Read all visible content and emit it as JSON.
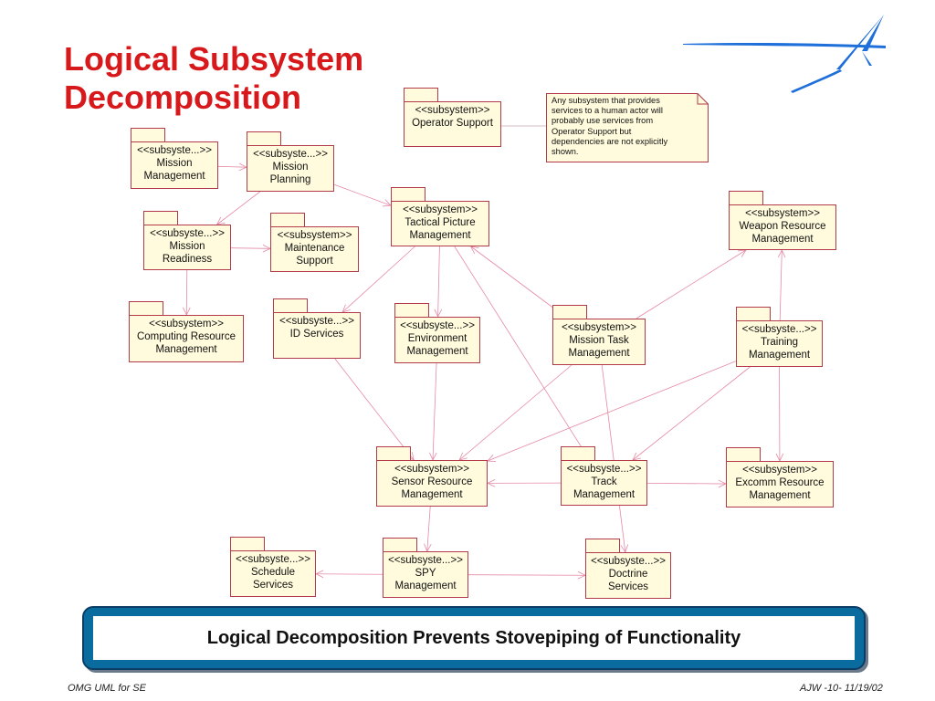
{
  "slide": {
    "title_line1": "Logical Subsystem",
    "title_line2": "Decomposition",
    "banner": "Logical Decomposition Prevents Stovepiping of Functionality",
    "footer_left": "OMG UML for SE",
    "footer_right": "AJW -10- 11/19/02"
  },
  "note": {
    "lines": [
      "Any subsystem that provides",
      "services to a human actor will",
      "probably use services from",
      "Operator Support but",
      "dependencies are not explicitly",
      "shown."
    ]
  },
  "packages": [
    {
      "id": "operator-support",
      "lines": [
        "<<subsystem>>",
        "Operator Support"
      ]
    },
    {
      "id": "mission-management",
      "lines": [
        "<<subsyste...>>",
        "Mission",
        "Management"
      ]
    },
    {
      "id": "mission-planning",
      "lines": [
        "<<subsyste...>>",
        "Mission",
        "Planning"
      ]
    },
    {
      "id": "tactical-picture-management",
      "lines": [
        "<<subsystem>>",
        "Tactical Picture",
        "Management"
      ]
    },
    {
      "id": "weapon-resource-management",
      "lines": [
        "<<subsystem>>",
        "Weapon Resource",
        "Management"
      ]
    },
    {
      "id": "mission-readiness",
      "lines": [
        "<<subsyste...>>",
        "Mission",
        "Readiness"
      ]
    },
    {
      "id": "maintenance-support",
      "lines": [
        "<<subsystem>>",
        "Maintenance",
        "Support"
      ]
    },
    {
      "id": "computing-resource-management",
      "lines": [
        "<<subsystem>>",
        "Computing Resource",
        "Management"
      ]
    },
    {
      "id": "id-services",
      "lines": [
        "<<subsyste...>>",
        "ID Services"
      ]
    },
    {
      "id": "environment-management",
      "lines": [
        "<<subsyste...>>",
        "Environment",
        "Management"
      ]
    },
    {
      "id": "mission-task-management",
      "lines": [
        "<<subsystem>>",
        "Mission Task",
        "Management"
      ]
    },
    {
      "id": "training-management",
      "lines": [
        "<<subsyste...>>",
        "Training",
        "Management"
      ]
    },
    {
      "id": "sensor-resource-management",
      "lines": [
        "<<subsystem>>",
        "Sensor Resource",
        "Management"
      ]
    },
    {
      "id": "track-management",
      "lines": [
        "<<subsyste...>>",
        "Track",
        "Management"
      ]
    },
    {
      "id": "excomm-resource-management",
      "lines": [
        "<<subsystem>>",
        "Excomm Resource",
        "Management"
      ]
    },
    {
      "id": "schedule-services",
      "lines": [
        "<<subsyste...>>",
        "Schedule",
        "Services"
      ]
    },
    {
      "id": "spy-management",
      "lines": [
        "<<subsyste...>>",
        "SPY",
        "Management"
      ]
    },
    {
      "id": "doctrine-services",
      "lines": [
        "<<subsyste...>>",
        "Doctrine",
        "Services"
      ]
    }
  ],
  "dependencies": [
    {
      "from": "mission-management",
      "to": "mission-planning"
    },
    {
      "from": "mission-planning",
      "to": "mission-readiness"
    },
    {
      "from": "mission-planning",
      "to": "tactical-picture-management"
    },
    {
      "from": "mission-readiness",
      "to": "maintenance-support"
    },
    {
      "from": "mission-readiness",
      "to": "computing-resource-management"
    },
    {
      "from": "tactical-picture-management",
      "to": "id-services"
    },
    {
      "from": "tactical-picture-management",
      "to": "environment-management"
    },
    {
      "from": "tactical-picture-management",
      "to": "track-management"
    },
    {
      "from": "mission-task-management",
      "to": "tactical-picture-management"
    },
    {
      "from": "mission-task-management",
      "to": "weapon-resource-management"
    },
    {
      "from": "mission-task-management",
      "to": "sensor-resource-management"
    },
    {
      "from": "mission-task-management",
      "to": "doctrine-services"
    },
    {
      "from": "training-management",
      "to": "weapon-resource-management"
    },
    {
      "from": "training-management",
      "to": "excomm-resource-management"
    },
    {
      "from": "training-management",
      "to": "track-management"
    },
    {
      "from": "training-management",
      "to": "sensor-resource-management"
    },
    {
      "from": "id-services",
      "to": "sensor-resource-management"
    },
    {
      "from": "environment-management",
      "to": "sensor-resource-management"
    },
    {
      "from": "track-management",
      "to": "sensor-resource-management"
    },
    {
      "from": "track-management",
      "to": "excomm-resource-management"
    },
    {
      "from": "sensor-resource-management",
      "to": "spy-management"
    },
    {
      "from": "spy-management",
      "to": "schedule-services"
    },
    {
      "from": "spy-management",
      "to": "doctrine-services"
    }
  ],
  "colors": {
    "title": "#d7191c",
    "package_fill": "#fffbdc",
    "package_border": "#b23a4a",
    "dependency_line": "#e58aa4",
    "banner_frame": "#0a6b9e",
    "logo": "#1e6fd9"
  },
  "icons": {
    "logo": "star-swoosh-logo-icon"
  }
}
